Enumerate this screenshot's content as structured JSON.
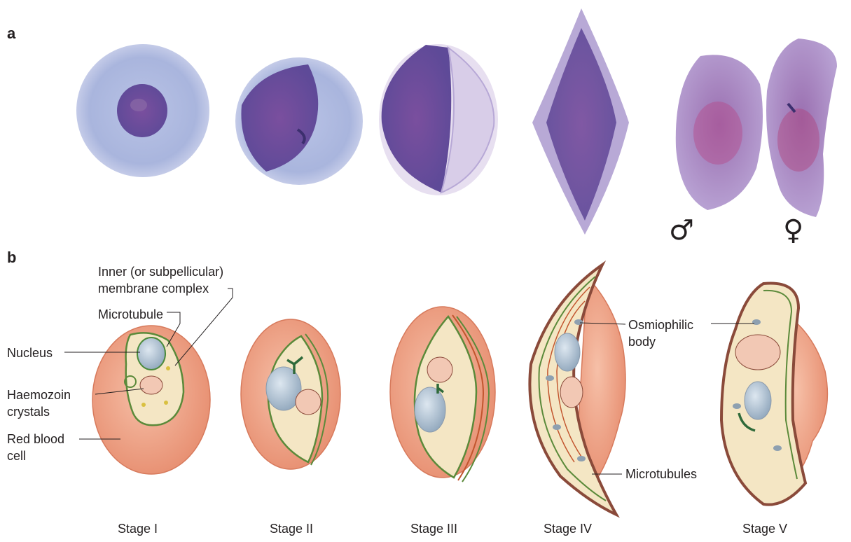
{
  "panel_a": {
    "letter": "a",
    "male_symbol": "♂",
    "female_symbol": "♀"
  },
  "panel_b": {
    "letter": "b",
    "labels": {
      "inner_membrane_line1": "Inner (or subpellicular)",
      "inner_membrane_line2": "membrane complex",
      "microtubule": "Microtubule",
      "nucleus": "Nucleus",
      "haemozoin_line1": "Haemozoin",
      "haemozoin_line2": "crystals",
      "rbc_line1": "Red blood",
      "rbc_line2": "cell",
      "osmiophilic_line1": "Osmiophilic",
      "osmiophilic_line2": "body",
      "microtubules": "Microtubules"
    },
    "stages": [
      "Stage I",
      "Stage II",
      "Stage III",
      "Stage IV",
      "Stage  V"
    ]
  },
  "colors": {
    "rbc_photo": "#aab6dc",
    "parasite_stain": "#6a4a9a",
    "gametocyte_stain": "#a98cc8",
    "rbc_drawing": "#f0a78a",
    "rbc_rim": "#d9866a",
    "parasite_cytoplasm": "#f4e6c4",
    "membrane_green": "#4a8a3a",
    "nucleus_blue": "#a9bccd",
    "outer_brown": "#8a4a3a"
  }
}
